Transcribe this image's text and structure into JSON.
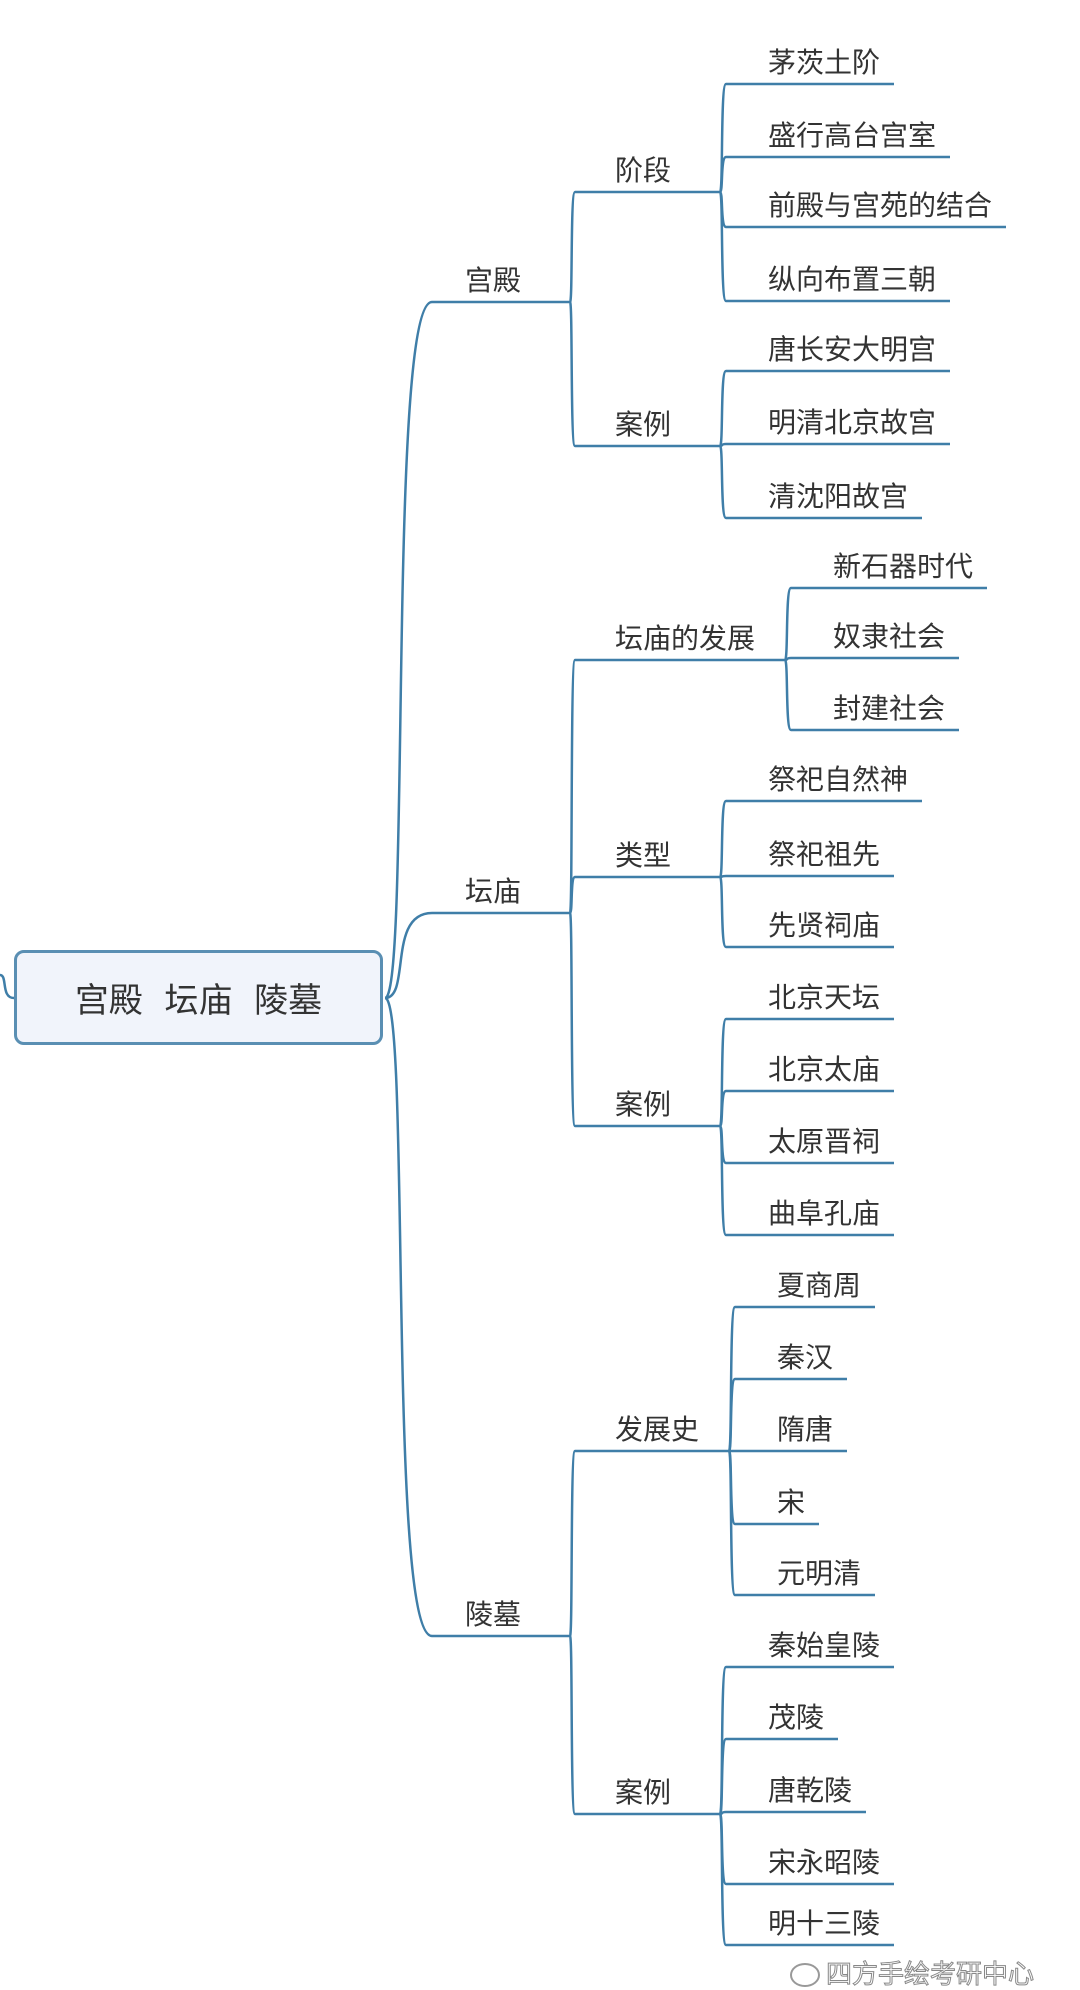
{
  "colors": {
    "branch_line": "#3f7ea8",
    "root_border": "#5a8fb3",
    "root_fill": "#f1f4fb",
    "text": "#333333"
  },
  "watermark": {
    "text": "四方手绘",
    "footer": "四方手绘考研中心",
    "footer_icon": "wechat-icon"
  },
  "root": {
    "label": "宫殿  坛庙  陵墓",
    "children": [
      {
        "label": "宫殿",
        "children": [
          {
            "label": "阶段",
            "children": [
              {
                "label": "茅茨土阶"
              },
              {
                "label": "盛行高台宫室"
              },
              {
                "label": "前殿与宫苑的结合"
              },
              {
                "label": "纵向布置三朝"
              }
            ]
          },
          {
            "label": "案例",
            "children": [
              {
                "label": "唐长安大明宫"
              },
              {
                "label": "明清北京故宫"
              },
              {
                "label": "清沈阳故宫"
              }
            ]
          }
        ]
      },
      {
        "label": "坛庙",
        "children": [
          {
            "label": "坛庙的发展",
            "children": [
              {
                "label": "新石器时代"
              },
              {
                "label": "奴隶社会"
              },
              {
                "label": "封建社会"
              }
            ]
          },
          {
            "label": "类型",
            "children": [
              {
                "label": "祭祀自然神"
              },
              {
                "label": "祭祀祖先"
              },
              {
                "label": "先贤祠庙"
              }
            ]
          },
          {
            "label": "案例",
            "children": [
              {
                "label": "北京天坛"
              },
              {
                "label": "北京太庙"
              },
              {
                "label": "太原晋祠"
              },
              {
                "label": "曲阜孔庙"
              }
            ]
          }
        ]
      },
      {
        "label": "陵墓",
        "children": [
          {
            "label": "发展史",
            "children": [
              {
                "label": "夏商周"
              },
              {
                "label": "秦汉"
              },
              {
                "label": "隋唐"
              },
              {
                "label": "宋"
              },
              {
                "label": "元明清"
              }
            ]
          },
          {
            "label": "案例",
            "children": [
              {
                "label": "秦始皇陵"
              },
              {
                "label": "茂陵"
              },
              {
                "label": "唐乾陵"
              },
              {
                "label": "宋永昭陵"
              },
              {
                "label": "明十三陵"
              }
            ]
          }
        ]
      }
    ]
  }
}
